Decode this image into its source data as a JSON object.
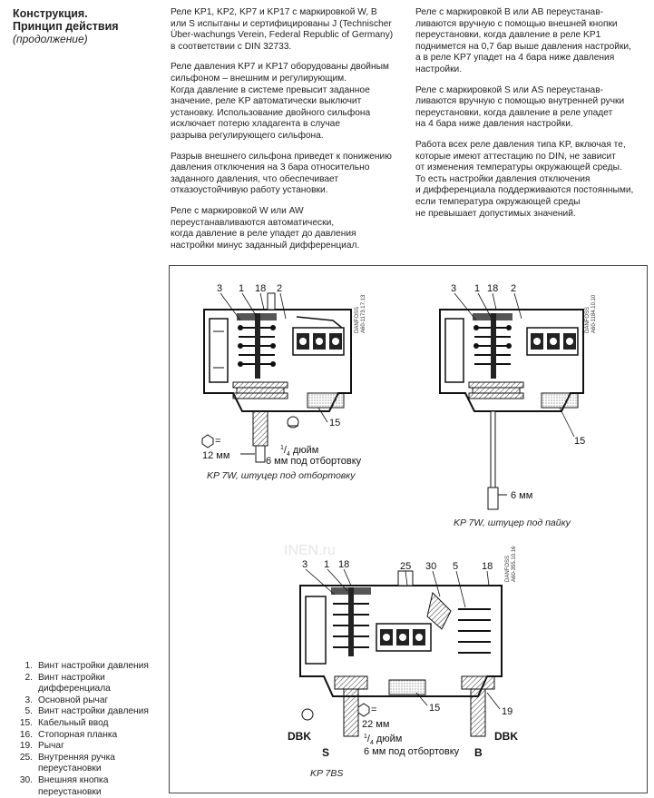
{
  "header": {
    "title_line1": "Конструкция.",
    "title_line2": "Принцип действия",
    "subtitle": "(продолжение)"
  },
  "column1": {
    "paragraphs": [
      [
        "Реле KP1, KP2, KP7 и KP17 с маркировкой  W, B",
        "или S испытаны и сертифицированы J (Technischer",
        "Über-wachungs Verein, Federal Republic of Germany)",
        "в соответствии с  DIN 32733."
      ],
      [
        "Реле давления KP7 и KP17 оборудованы двойным",
        "сильфоном – внешним и регулирующим.",
        "Когда давление в системе превысит заданное",
        "значение, реле KP автоматически выключит",
        "установку. Использование двойного сильфона",
        "исключает потерю хладагента в случае",
        "разрыва регулирующего сильфона."
      ],
      [
        "Разрыв внешнего сильфона приведет к понижению",
        "давления отключения на 3 бара относительно",
        "заданного давления, что обеспечивает",
        "отказоустойчивую работу установки."
      ],
      [
        "Реле с маркировкой W или AW",
        "переустанавливаются автоматически,",
        "когда давление в реле упадет до давления",
        "настройки минус заданный дифференциал."
      ]
    ]
  },
  "column2": {
    "paragraphs": [
      [
        "Реле с маркировкой B или AB переустанав-",
        "ливаются вручную с помощью внешней кнопки",
        "переустановки, когда давление в реле KP1",
        "поднимется на 0,7 бар выше давления настройки,",
        "а в реле KP7 упадет на 4 бара ниже давления",
        "настройки."
      ],
      [
        "Реле с маркировкой S или AS переустанав-",
        "ливаются вручную с помощью внутренней ручки",
        "переустановки, когда давление в реле упадет",
        "на 4 бара ниже давления настройки."
      ],
      [
        "Работа всех реле давления типа KP, включая те,",
        "которые имеют аттестацию по DIN, не зависит",
        "от изменения температуры окружающей среды.",
        "То есть настройки давления отключения",
        "и дифференциала поддерживаются постоянными,",
        "если температура окружающей среды",
        "не превышает допустимых значений."
      ]
    ]
  },
  "figures": {
    "fig1": {
      "caption": "KP 7W, штуцер под отбортовку",
      "callouts": [
        "3",
        "1",
        "18",
        "2",
        "15"
      ],
      "dim1": "12 мм",
      "dim2_frac_num": "1",
      "dim2_frac_den": "4",
      "dim2_rest": " дюйм",
      "dim3": "6 мм под отбортовку",
      "code1": "DANFOSS",
      "code2": "A60-1173.17.13"
    },
    "fig2": {
      "caption": "KP 7W, штуцер под пайку",
      "callouts": [
        "3",
        "1",
        "18",
        "2",
        "15"
      ],
      "dim1": "6 мм",
      "code1": "DANFOSS",
      "code2": "A60-1184.10.10"
    },
    "fig3": {
      "caption": "KP 7BS",
      "callouts": [
        "3",
        "1",
        "18",
        "25",
        "30",
        "5",
        "18",
        "15",
        "19"
      ],
      "dbk_left": "DBK",
      "dbk_right": "DBK",
      "s_label": "S",
      "b_label": "B",
      "dim1": "22 мм",
      "dim2_frac_num": "1",
      "dim2_frac_den": "4",
      "dim2_rest": " дюйм",
      "dim3": "6 мм под отбортовку",
      "code1": "DANFOSS",
      "code2": "A60-355.10.16",
      "watermark": "INEN.ru"
    }
  },
  "legend": [
    {
      "num": "1.",
      "text": "Винт настройки давления"
    },
    {
      "num": "2.",
      "text": "Винт настройки дифференциала"
    },
    {
      "num": "3.",
      "text": "Основной рычаг"
    },
    {
      "num": "5.",
      "text": "Винт настройки давления"
    },
    {
      "num": "15.",
      "text": "Кабельный ввод"
    },
    {
      "num": "16.",
      "text": "Стопорная планка"
    },
    {
      "num": "19.",
      "text": "Рычаг"
    },
    {
      "num": "25.",
      "text": "Внутренняя ручка переустановки"
    },
    {
      "num": "30.",
      "text": "Внешняя кнопка переустановки"
    }
  ],
  "colors": {
    "text": "#222222",
    "drawing": "#1a1a1a",
    "shade": "#888888"
  }
}
